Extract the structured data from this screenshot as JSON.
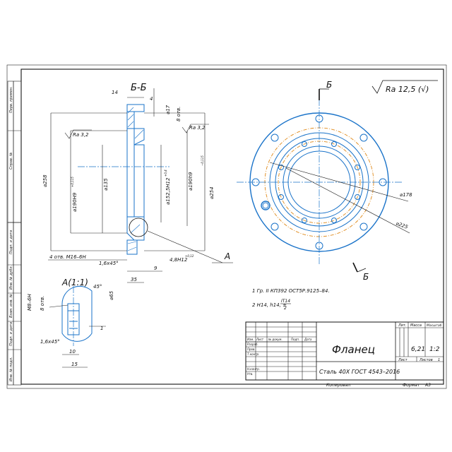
{
  "section": {
    "label": "Б-Б",
    "dims": {
      "d258": "⌀258",
      "d190H9": "⌀190H9",
      "d190H9_tol": "+0,115",
      "d135": "⌀135",
      "d152": "⌀152,5H12",
      "d152_tol": "+0,4",
      "d190h9": "⌀190h9",
      "d190h9_tol": "−0,115",
      "d254": "⌀254",
      "d17": "⌀17",
      "holes8": "8 отв.",
      "w14": "14",
      "w4": "4",
      "w9": "9",
      "w35": "35",
      "chamfer": "1,6x45°",
      "depth": "4,8H12",
      "depth_tol": "+0,12",
      "thread": "4 отв. М16–6Н",
      "ra_left": "Ra 3,2",
      "ra_right": "Ra 3,2",
      "ref": "А"
    }
  },
  "detail": {
    "label": "А(1:1)",
    "thread": "М8–6Н",
    "holes": "8 отв.",
    "angle": "45°",
    "d65": "⌀65",
    "one": "1",
    "ten": "10",
    "fifteen": "15",
    "chamfer": "1,6x45°"
  },
  "plan": {
    "section_mark_top": "Б",
    "section_mark_bottom": "Б",
    "d178": "⌀178",
    "d225": "⌀225"
  },
  "roughness": {
    "general": "Ra 12,5 (√)"
  },
  "notes": [
    "1 Гр. II КП392 ОСТ5Р.9125–84.",
    "2 Н14, h14, ±"
  ],
  "note_fraction": {
    "num": "IT14",
    "den": "2"
  },
  "side_stamps": [
    "Перв. примен.",
    "Справ. №",
    "Подп. и дата",
    "Инв. № дубл.",
    "Взам. инв. №",
    "Подп. и дата",
    "Инв. № подл."
  ],
  "title_block": {
    "name": "Фланец",
    "material": "Сталь 40Х ГОСТ 4543–2016",
    "lit_h": "Лит.",
    "mass_h": "Масса",
    "scale_h": "Масштаб",
    "mass": "6,21",
    "scale": "1:2",
    "sheet_h": "Лист",
    "sheets_h": "Листов",
    "sheets": "1",
    "row_labels": [
      "Изм.",
      "Лист",
      "№ докум.",
      "Подп.",
      "Дата"
    ],
    "roles": [
      "Разраб.",
      "Пров.",
      "Т.контр.",
      "",
      "Н.контр.",
      "Утв."
    ],
    "copied": "Копировал",
    "format": "Формат",
    "format_val": "А3"
  }
}
